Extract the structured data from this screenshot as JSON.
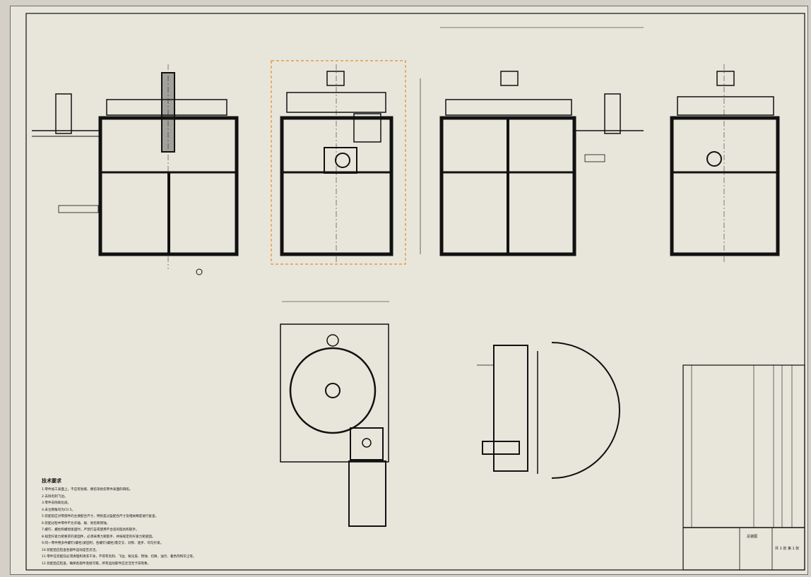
{
  "window": {
    "background": "#d4d0c8",
    "sheet_color": "#e8e6db",
    "line_color": "#111111",
    "highlight_color": "#e8892a"
  },
  "tech_notes": {
    "title": "技术要求",
    "items": [
      "1.零件加工表面上，不应有划痕、擦伤等损伤零件表面的缺陷。",
      "2.去除毛刺飞边。",
      "3.零件去除氧化皮。",
      "4.未注倒角均为C0.5。",
      "5.装配前应对零部件的主要配合尺寸，特别是过盈配合尺寸及相关精度进行复查。",
      "6.装配过程中零件不允许磕、碰、划伤和锈蚀。",
      "7.螺钉、螺栓和螺母紧固时，严禁打击或使用不合适的旋具和扳手。",
      "8.规定拧紧力矩要求的紧固件，必须采用力矩扳手，并按规定的拧紧力矩紧固。",
      "9.同一零件用多件螺钉(螺栓)紧固时，各螺钉(螺栓)需交叉、对称、逐步、均匀拧紧。",
      "10.装配后应检查各部件运动是否灵活。",
      "11.零件在装配前必须清理和清洗干净，不得有毛刺、飞边、氧化皮、锈蚀、切屑、油污、着色剂和灰尘等。",
      "12.装配后应检查，确保各部件连接可靠，所有运动部件应灵活无卡滞现象。"
    ]
  },
  "title_block": {
    "drawing_name": "总装图",
    "sheet_info": "共 1 张  第 1 张"
  }
}
